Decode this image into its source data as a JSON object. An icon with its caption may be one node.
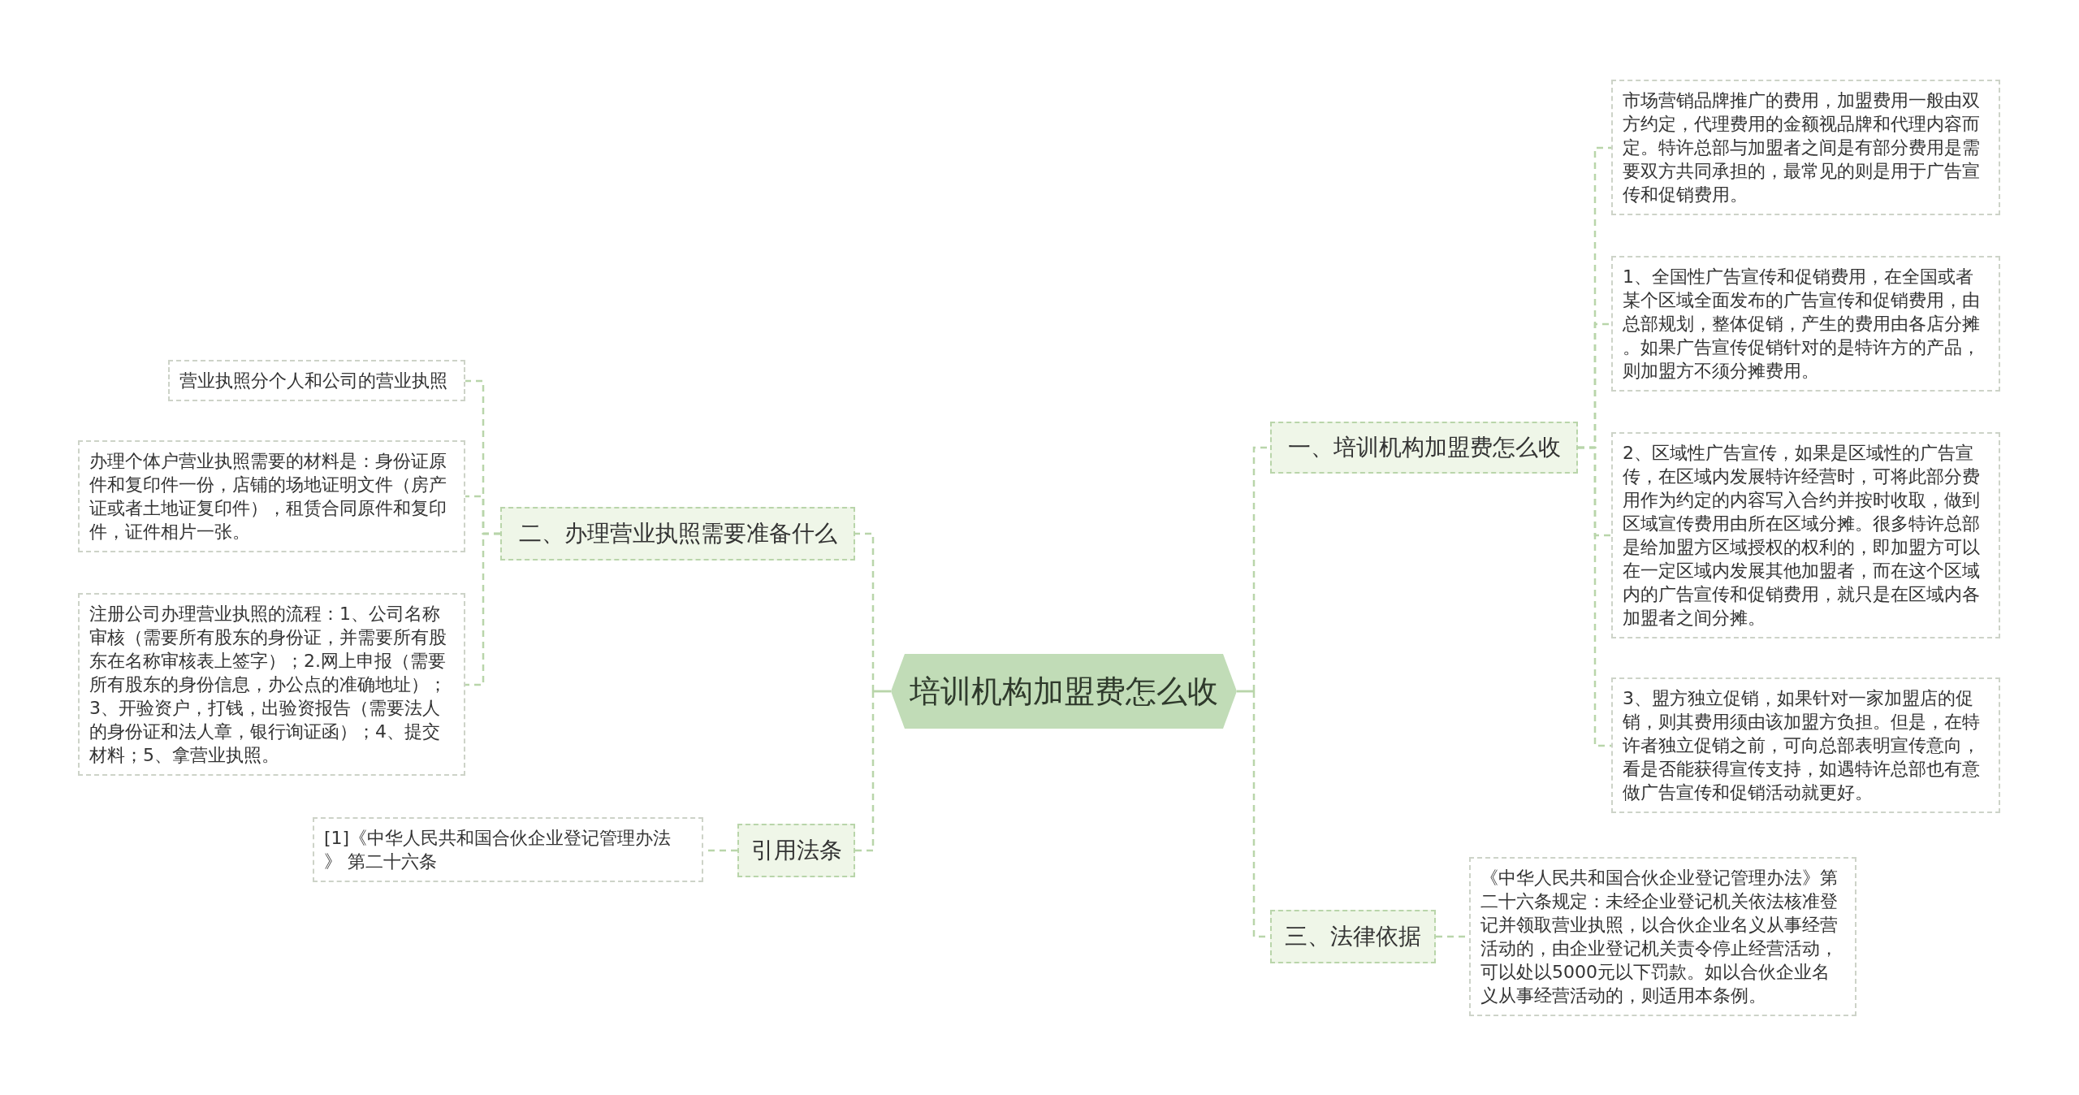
{
  "diagram": {
    "nodes": [
      {
        "text": [
          "培训机构加盟费怎么收"
        ]
      },
      {
        "text": [
          "一、培训机构加盟费怎么收"
        ]
      },
      {
        "text": [
          "市场营销品牌推广的费用，加盟费用一般由双方约定，代理费用的金额视品牌和代理内容而定。特许总部与加盟者之间是有部分费用是需要双方共同承担的，最常见的则是用于广告宣传和促销费用。"
        ]
      },
      {
        "text": [
          "1、全国性广告宣传和促销费用，在全国或者某个区域全面发布的广告宣传和促销费用，由总部规划，整体促销，产生的费用由各店分摊。如果广告宣传促销针对的是特许方的产品，则加盟方不须分摊费用。"
        ]
      },
      {
        "text": [
          "2、区域性广告宣传，如果是区域性的广告宣传，在区域内发展特许经营时，可将此部分费用作为约定的内容写入合约并按时收取，做到区域宣传费用由所在区域分摊。很多特许总部是给加盟方区域授权的权利的，即加盟方可以在一定区域内发展其他加盟者，而在这个区域内的广告宣传和促销费用，就只是在区域内各加盟者之间分摊。"
        ]
      },
      {
        "text": [
          "3、盟方独立促销，如果针对一家加盟店的促销，则其费用须由该加盟方负担。但是，在特许者独立促销之前，可向总部表明宣传意向，看是否能获得宣传支持，如遇特许总部也有意做广告宣传和促销活动就更好。"
        ]
      },
      {
        "text": [
          "三、法律依据"
        ]
      },
      {
        "text": [
          "《中华人民共和国合伙企业登记管理办法》第二十六条规定：未经企业登记机关依法核准登记并领取营业执照，以合伙企业名义从事经营活动的，由企业登记机关责令停止经营活动，可以处以5000元以下罚款。如以合伙企业名义从事经营活动的，则适用本条例。"
        ]
      },
      {
        "text": [
          "二、办理营业执照需要准备什么"
        ]
      },
      {
        "text": [
          "营业执照分个人和公司的营业执照"
        ]
      },
      {
        "text": [
          "办理个体户营业执照需要的材料是：身份证原件和复印件一份，店铺的场地证明文件（房产证或者土地证复印件），租赁合同原件和复印件，证件相片一张。"
        ]
      },
      {
        "text": [
          "注册公司办理营业执照的流程：1、公司名称审核（需要所有股东的身份证，并需要所有股东在名称审核表上签字）；2.网上申报（需要所有股东的身份信息，办公点的准确地址）；3、开验资户，打钱，出验资报告（需要法人的身份证和法人章，银行询证函）；4、提交材料；5、拿营业执照。"
        ]
      },
      {
        "text": [
          "引用法条"
        ]
      },
      {
        "text": [
          "[1]《中华人民共和国合伙企业登记管理办法》 第二十六条"
        ]
      }
    ],
    "edges": [
      {
        "from": 0,
        "to": 1,
        "arrow": "none"
      },
      {
        "from": 1,
        "to": 2,
        "arrow": "none"
      },
      {
        "from": 1,
        "to": 3,
        "arrow": "none"
      },
      {
        "from": 1,
        "to": 4,
        "arrow": "none"
      },
      {
        "from": 1,
        "to": 5,
        "arrow": "none"
      },
      {
        "from": 0,
        "to": 6,
        "arrow": "none"
      },
      {
        "from": 6,
        "to": 7,
        "arrow": "none"
      },
      {
        "from": 0,
        "to": 8,
        "arrow": "none"
      },
      {
        "from": 8,
        "to": 9,
        "arrow": "none"
      },
      {
        "from": 8,
        "to": 10,
        "arrow": "none"
      },
      {
        "from": 8,
        "to": 11,
        "arrow": "none"
      },
      {
        "from": 0,
        "to": 12,
        "arrow": "none"
      },
      {
        "from": 12,
        "to": 13,
        "arrow": "none"
      }
    ]
  }
}
